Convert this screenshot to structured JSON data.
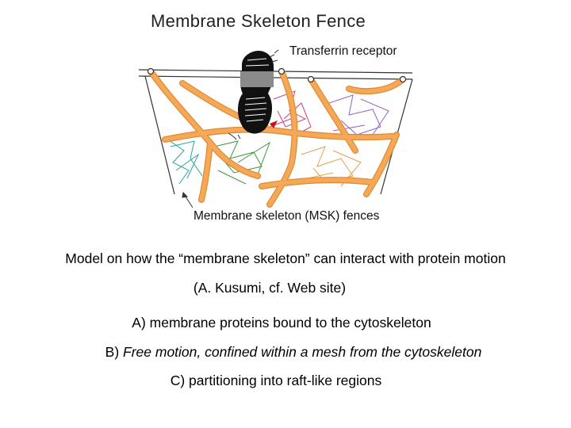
{
  "title": "Membrane Skeleton Fence",
  "labels": {
    "receptor": "Transferrin receptor",
    "fences": "Membrane skeleton (MSK) fences"
  },
  "caption": {
    "line1": "Model on how the “membrane skeleton” can interact with protein motion",
    "line2": "(A. Kusumi, cf. Web site)",
    "item_a": "A) membrane proteins bound to the cytoskeleton",
    "item_b_prefix": "B) ",
    "item_b_text": "Free motion, confined within a mesh from the cytoskeleton",
    "item_c": "C) partitioning into raft-like regions"
  },
  "colors": {
    "fence": "#F4A858",
    "fence_outline": "#E08A30",
    "receptor": "#111111",
    "mesh_teal": "#2AA5A0",
    "mesh_green": "#3A9A3A",
    "mesh_orange": "#E8A050",
    "mesh_pink": "#D0407A",
    "mesh_purple": "#9A60C0",
    "arrow": "#CC1111"
  }
}
